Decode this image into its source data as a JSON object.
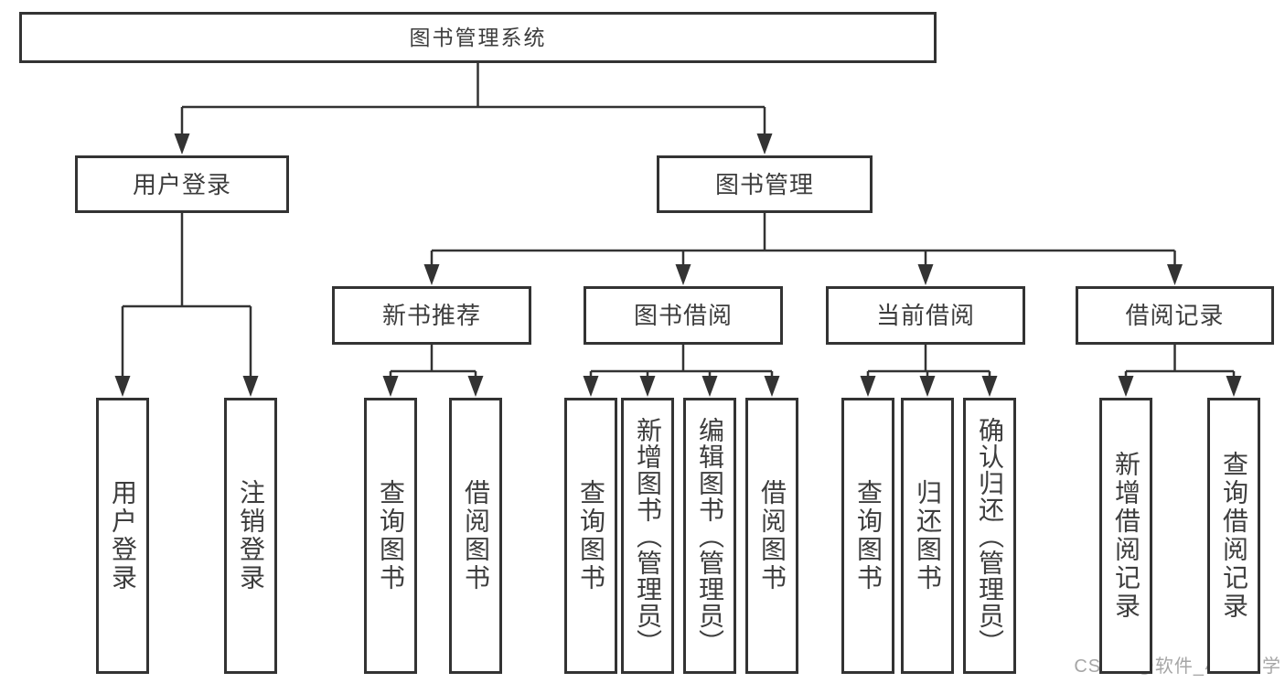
{
  "diagram_title": "图书管理系统",
  "nodes": [
    {
      "id": "system",
      "label": "图书管理系统"
    },
    {
      "id": "user-login-section",
      "label": "用户登录"
    },
    {
      "id": "book-management",
      "label": "图书管理"
    },
    {
      "id": "new-book-recommend",
      "label": "新书推荐"
    },
    {
      "id": "book-borrow",
      "label": "图书借阅"
    },
    {
      "id": "current-borrow",
      "label": "当前借阅"
    },
    {
      "id": "borrow-records",
      "label": "借阅记录"
    },
    {
      "id": "user-login",
      "label": "用户登录"
    },
    {
      "id": "logout-login",
      "label": "注销登录"
    },
    {
      "id": "query-book-recommend",
      "label": "查询图书"
    },
    {
      "id": "borrow-book-recommend",
      "label": "借阅图书"
    },
    {
      "id": "query-book-borrow",
      "label": "查询图书"
    },
    {
      "id": "add-book-admin",
      "label": "新增图书（管理员）"
    },
    {
      "id": "edit-book-admin",
      "label": "编辑图书（管理员）"
    },
    {
      "id": "borrow-book",
      "label": "借阅图书"
    },
    {
      "id": "query-book-current",
      "label": "查询图书"
    },
    {
      "id": "return-book",
      "label": "归还图书"
    },
    {
      "id": "confirm-return-admin",
      "label": "确认归还（管理员）"
    },
    {
      "id": "add-borrow-record",
      "label": "新增借阅记录"
    },
    {
      "id": "query-borrow-record",
      "label": "查询借阅记录"
    }
  ],
  "hierarchy": {
    "system": [
      "user-login-section",
      "book-management"
    ],
    "user-login-section": [
      "user-login",
      "logout-login"
    ],
    "book-management": [
      "new-book-recommend",
      "book-borrow",
      "current-borrow",
      "borrow-records"
    ],
    "new-book-recommend": [
      "query-book-recommend",
      "borrow-book-recommend"
    ],
    "book-borrow": [
      "query-book-borrow",
      "add-book-admin",
      "edit-book-admin",
      "borrow-book"
    ],
    "current-borrow": [
      "query-book-current",
      "return-book",
      "confirm-return-admin"
    ],
    "borrow-records": [
      "add-borrow-record",
      "query-borrow-record"
    ]
  },
  "watermark": "CSDN @软件_小贺同学",
  "colors": {
    "line": "#333333",
    "box_border": "#333333",
    "text": "#3d3d3d",
    "watermark": "#a6a6a6",
    "background": "#ffffff"
  }
}
